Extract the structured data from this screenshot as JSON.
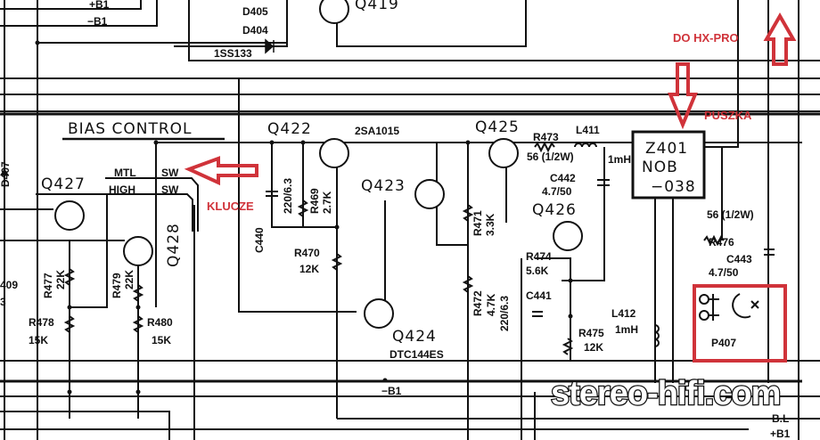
{
  "title": "BIAS CONTROL",
  "rails": {
    "plus_b1": "+B1",
    "minus_b1": "−B1",
    "minus_b1_bottom": "−B1",
    "plus_b1_bottom": "+B1",
    "bl": "B.L"
  },
  "diodes": {
    "d405": "D405",
    "d404": "D404",
    "part": "1SS133",
    "d407": "D407"
  },
  "transistors": {
    "q419": "Q419",
    "q422": "Q422",
    "q422_part": "2SA1015",
    "q423": "Q423",
    "q424": "Q424",
    "q424_part": "DTC144ES",
    "q425": "Q425",
    "q426": "Q426",
    "q427": "Q427",
    "q428": "Q428"
  },
  "switch": {
    "mtl": "MTL",
    "high": "HIGH",
    "sw1": "SW",
    "sw2": "SW"
  },
  "resistors": {
    "r469": "R469",
    "r469_v": "2.7K",
    "r470": "R470",
    "r470_v": "12K",
    "r471": "R471",
    "r471_v": "3.3K",
    "r472": "R472",
    "r472_v": "4.7K",
    "r473": "R473",
    "r473_v": "56 (1/2W)",
    "r474": "R474",
    "r474_v": "5.6K",
    "r475": "R475",
    "r475_v": "12K",
    "r476": "R476",
    "r476_v": "56 (1/2W)",
    "r477": "R477",
    "r477_v": "22K",
    "r478": "R478",
    "r478_v": "15K",
    "r479": "R479",
    "r479_v": "22K",
    "r480": "R480",
    "r480_v": "15K",
    "r409_partial": "409",
    "r409_v_partial": "3"
  },
  "capacitors": {
    "c440": "C440",
    "c440_v": "220/6.3",
    "c441": "C441",
    "c441_v": "220/6.3",
    "c442": "C442",
    "c442_v": "4.7/50",
    "c443": "C443",
    "c443_v": "4.7/50"
  },
  "inductors": {
    "l411": "L411",
    "l411_v": "1mH",
    "l412": "L412",
    "l412_v": "1mH"
  },
  "module": {
    "name": "Z401",
    "line2": "NOB",
    "line3": "−038"
  },
  "connector": {
    "name": "P407"
  },
  "annotations": {
    "klucze": "KLUCZE",
    "do_hx_pro": "DO HX-PRO",
    "puszka": "PUSZKA",
    "color": "#d0333a"
  },
  "watermark": "stereo-hifi.com"
}
